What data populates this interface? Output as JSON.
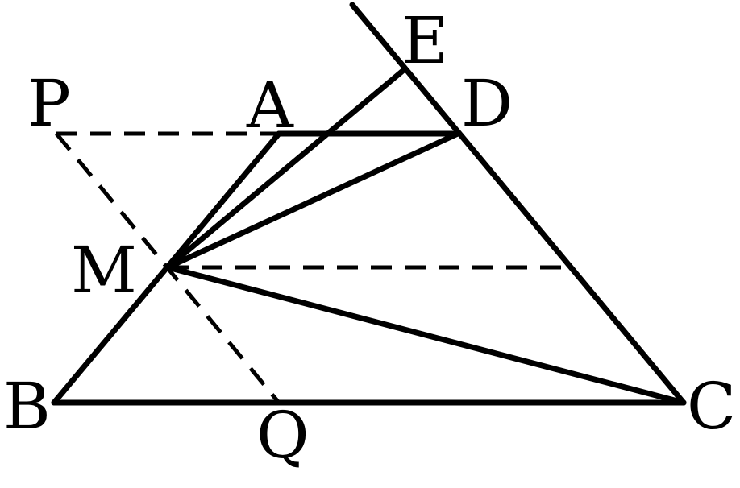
{
  "labels": {
    "E": "E",
    "P": "P",
    "A": "A",
    "D": "D",
    "M": "M",
    "B": "B",
    "Q": "Q",
    "C": "C"
  },
  "colors": {
    "stroke": "#000000",
    "background": "#ffffff"
  }
}
